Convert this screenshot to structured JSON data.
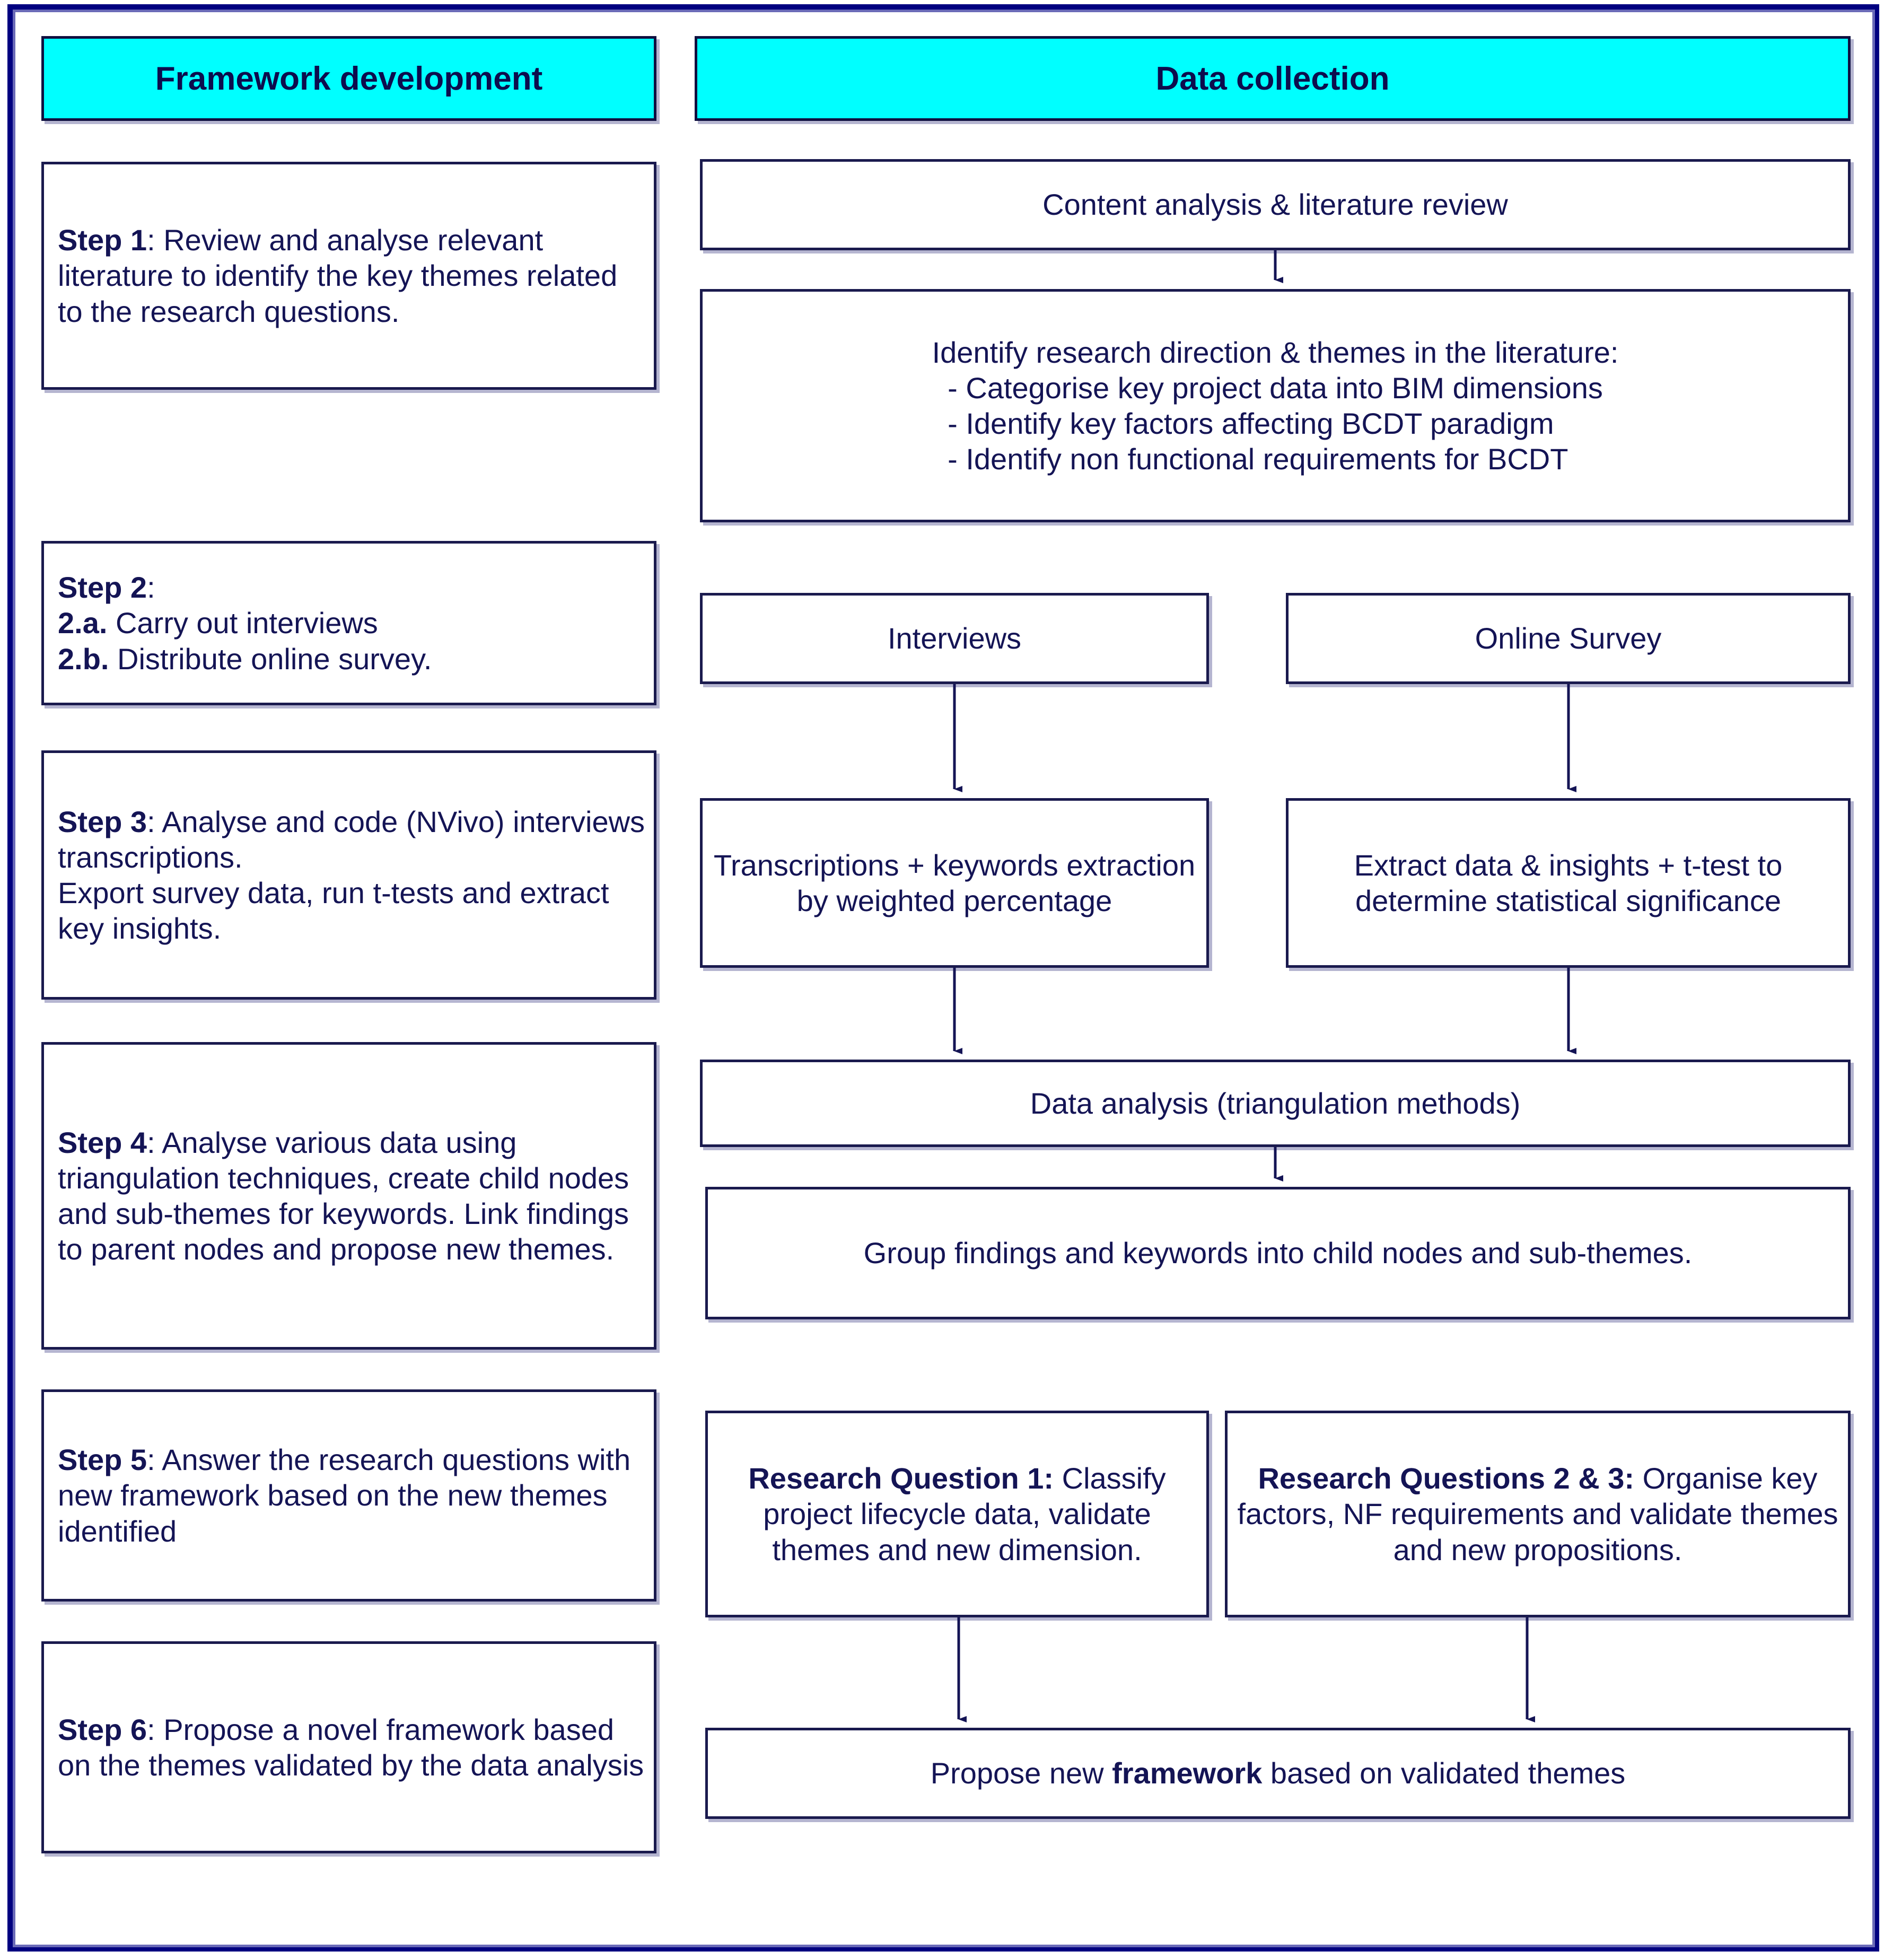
{
  "columns": {
    "left": {
      "header": "Framework development"
    },
    "right": {
      "header": "Data collection"
    }
  },
  "left_steps": [
    {
      "id": "step-1",
      "label": "Step 1",
      "lead": "Step 1",
      "separator": ": ",
      "text": "Review and analyse relevant literature to identify the key themes related to the research questions."
    },
    {
      "id": "step-2",
      "label": "Step 2",
      "lead": "Step 2",
      "separator": ":",
      "line_a_lead": "2.a.",
      "line_a_text": " Carry out interviews",
      "line_b_lead": "2.b.",
      "line_b_text": " Distribute online survey."
    },
    {
      "id": "step-3",
      "label": "Step 3",
      "lead": "Step 3",
      "separator": ": ",
      "text": "Analyse and code (NVivo) interviews transcriptions.",
      "text2": "Export survey data, run t-tests and extract key insights."
    },
    {
      "id": "step-4",
      "label": "Step 4",
      "lead": "Step 4",
      "separator": ": ",
      "text": "Analyse various data using triangulation techniques, create child nodes and sub-themes for keywords. Link findings to parent nodes and propose new themes."
    },
    {
      "id": "step-5",
      "label": "Step 5",
      "lead": "Step 5",
      "separator": ": ",
      "text": "Answer the research questions with new framework based on the new  themes identified"
    },
    {
      "id": "step-6",
      "label": "Step 6",
      "lead": "Step 6",
      "separator": ": ",
      "text": "Propose a novel framework based on the themes validated by the data analysis"
    }
  ],
  "right_nodes": {
    "content_analysis": "Content analysis & literature review",
    "identify_direction": {
      "title": "Identify research direction & themes in the literature:",
      "bullets": [
        "- Categorise key project data into BIM dimensions",
        "- Identify key factors affecting BCDT paradigm",
        "- Identify non functional requirements for BCDT"
      ]
    },
    "interviews": "Interviews",
    "online_survey": "Online Survey",
    "transcriptions": "Transcriptions + keywords extraction by weighted percentage",
    "extract_data": "Extract data & insights + t-test to determine statistical significance",
    "data_analysis": "Data analysis (triangulation methods)",
    "group_findings": "Group findings and keywords into child nodes and sub-themes.",
    "rq1": {
      "lead": "Research Question 1:",
      "text": "Classify project lifecycle data, validate themes and new dimension."
    },
    "rq23": {
      "lead": "Research Questions 2 & 3:",
      "text": "Organise key factors, NF requirements and validate themes and new propositions."
    },
    "propose_framework": {
      "pre": "Propose new ",
      "bold": "framework",
      "post": " based on validated themes"
    }
  },
  "colors": {
    "frame_outer": "#000080",
    "frame_inner": "#6a6ab8",
    "header_fill": "#00ffff",
    "node_border": "#1a1a4e",
    "text": "#141455",
    "arrow": "#141455"
  }
}
